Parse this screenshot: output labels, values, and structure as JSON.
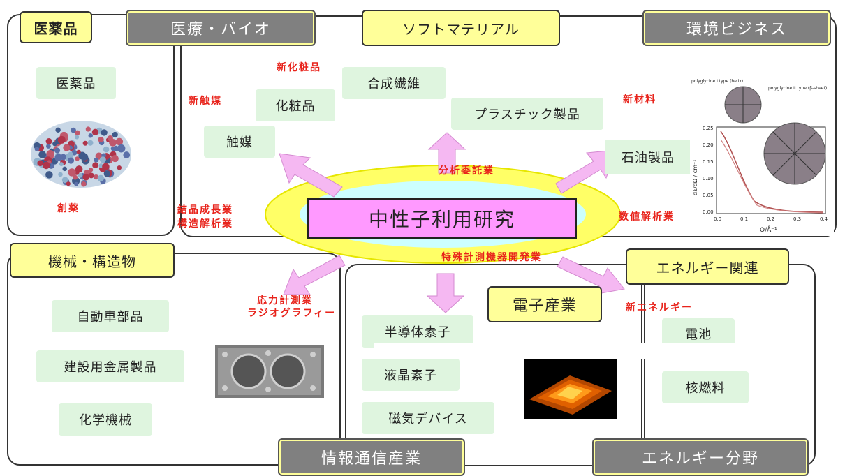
{
  "sectors": {
    "pharma_title": "医薬品",
    "medical_bio": "医療・バイオ",
    "soft_material": "ソフトマテリアル",
    "environment": "環境ビジネス",
    "machinery": "機械・構造物",
    "energy_related": "エネルギー関連",
    "electronics": "電子産業",
    "info_comm": "情報通信産業",
    "energy_field": "エネルギー分野"
  },
  "center": {
    "title": "中性子利用研究"
  },
  "products": {
    "pharma": "医薬品",
    "cosmetics": "化粧品",
    "synthetic_fiber": "合成繊維",
    "catalyst": "触媒",
    "plastics": "プラスチック製品",
    "petroleum": "石油製品",
    "auto_parts": "自動車部品",
    "construction_metal": "建設用金属製品",
    "chem_machinery": "化学機械",
    "semiconductor": "半導体素子",
    "lcd": "液晶素子",
    "magnetic": "磁気デバイス",
    "battery": "電池",
    "nuclear_fuel": "核燃料"
  },
  "red_labels": {
    "new_cosmetics": "新化粧品",
    "new_catalyst": "新触媒",
    "drug_discovery": "創薬",
    "crystal_line1": "結晶成長業",
    "crystal_line2": "構造解析業",
    "analysis_contract": "分析委託業",
    "new_materials": "新材料",
    "numerical_analysis": "数値解析業",
    "special_instrument": "特殊計測機器開発業",
    "stress_line1": "応力計測業",
    "stress_line2": "ラジオグラフィー",
    "new_energy": "新エネルギー"
  },
  "chart_labels": {
    "legend_a": "polyglycine I type (helix)",
    "legend_b": "polyglycine II type (β-sheet)",
    "ylabel": "dΣ/dΩ / cm⁻¹",
    "xlabel": "Q/Å⁻¹",
    "y_ticks": [
      "0.25",
      "0.20",
      "0.15",
      "0.10",
      "0.05",
      "0.00"
    ],
    "x_ticks": [
      "0.0",
      "0.1",
      "0.2",
      "0.3",
      "0.4"
    ]
  },
  "colors": {
    "sector_yellow": "#ffff99",
    "sector_gray": "#808080",
    "product_green": "#dff5df",
    "center_magenta": "#ff99ff",
    "ellipse_yellow": "#ffff66",
    "ellipse_cyan": "#ccffff",
    "arrow_pink": "#f5b8f2",
    "red_text": "#e8231b"
  }
}
